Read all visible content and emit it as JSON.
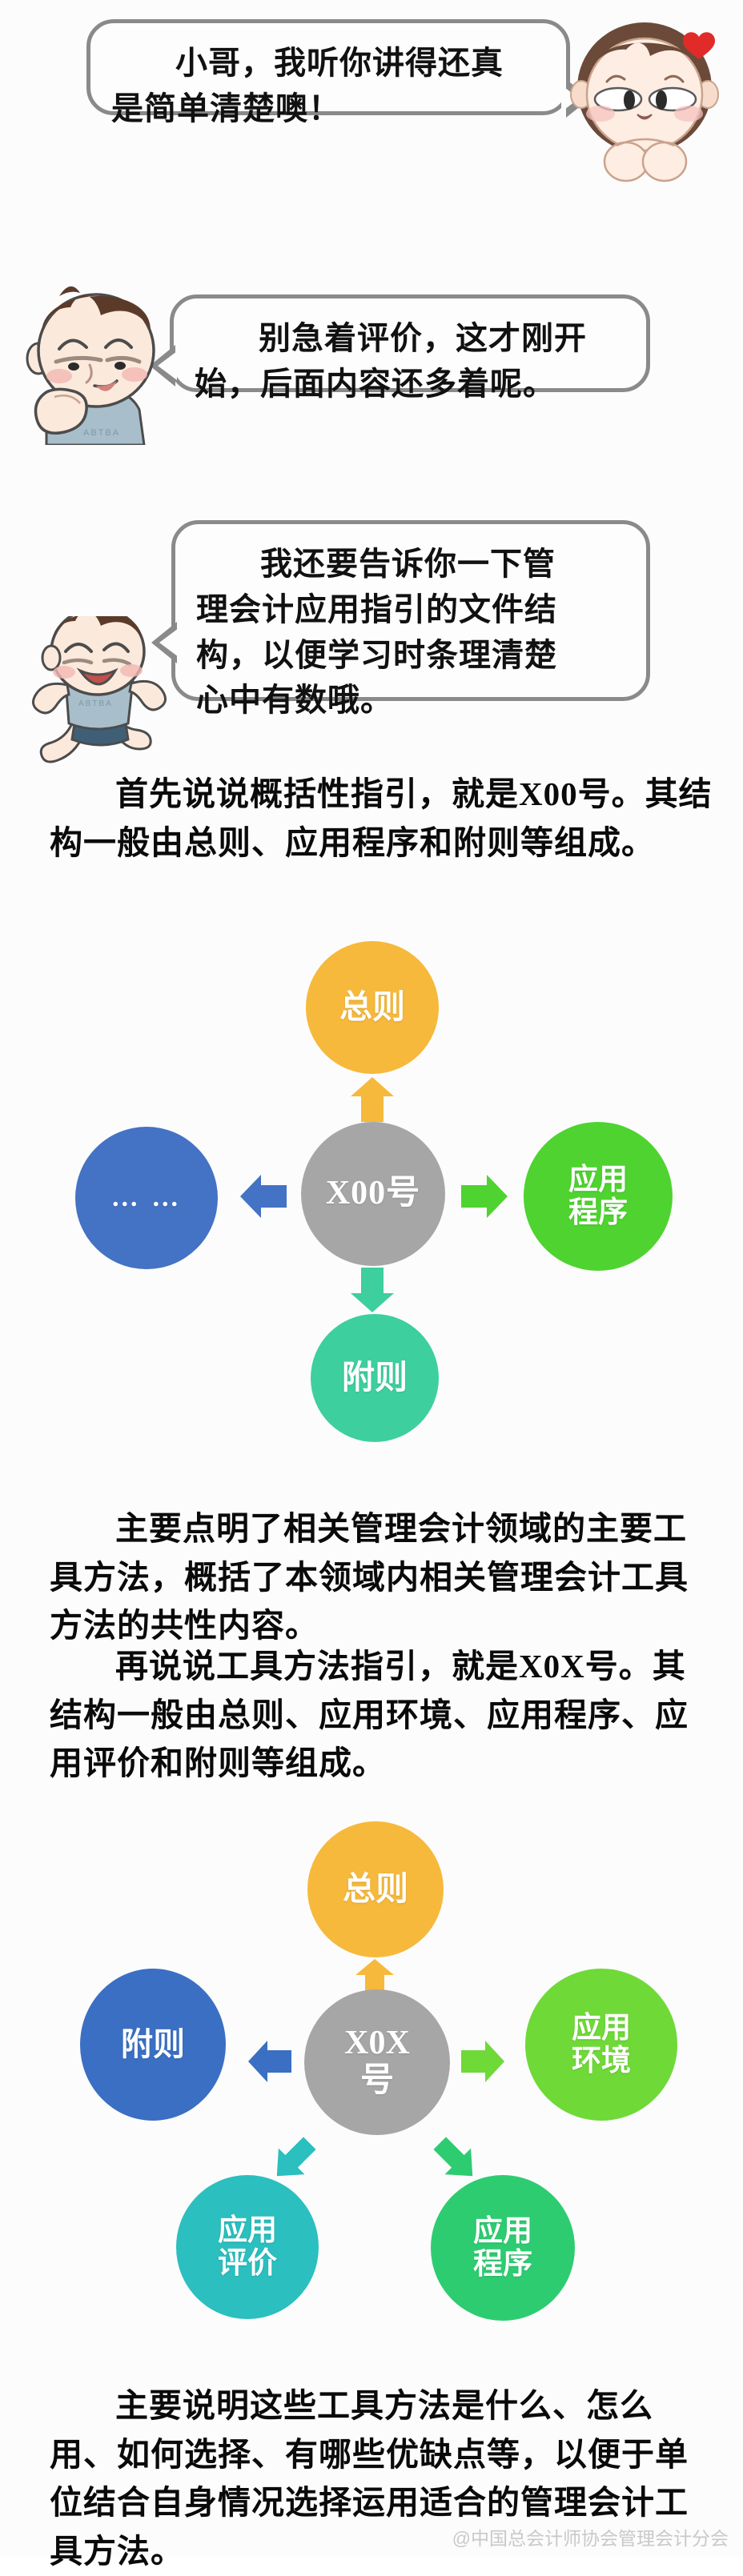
{
  "bubbles": [
    {
      "id": "bubble-girl-praise",
      "speaker": "girl",
      "line1": "小哥，我听你讲得还真",
      "line2": "是简单清楚噢！",
      "avatar_name": "girl-avatar"
    },
    {
      "id": "bubble-boy-wait",
      "speaker": "boy",
      "line1": "别急着评价，这才刚开",
      "line2": "始，后面内容还多着呢。",
      "avatar_name": "boy-thinking-avatar"
    },
    {
      "id": "bubble-boy-structure",
      "speaker": "boy",
      "line1": "我还要告诉你一下管",
      "line2": "理会计应用指引的文件结",
      "line3": "构，以便学习时条理清楚",
      "line4": "心中有数哦。",
      "avatar_name": "boy-happy-avatar"
    }
  ],
  "paragraphs": {
    "p1_lead": "首先说说概括性指引",
    "p1_rest": "，就是X00号。其结构一般由总则、应用程序和附则等组成。",
    "p2": "主要点明了相关管理会计领域的主要工具方法，概括了本领域内相关管理会计工具方法的共性内容。",
    "p3_lead": "再说说工具方法指引",
    "p3_rest": "，就是X0X号。其结构一般由总则、应用环境、应用程序、应用评价和附则等组成。",
    "p4": "主要说明这些工具方法是什么、怎么用、如何选择、有哪些优缺点等，以便于单位结合自身情况选择运用适合的管理会计工具方法。"
  },
  "chart_data": [
    {
      "type": "diagram",
      "id": "diagram-x00",
      "title": "X00号 概括性指引结构图",
      "center": {
        "label": "X00号",
        "color": "#A6A6A6"
      },
      "nodes": [
        {
          "label": "总则",
          "position": "top",
          "color": "#F6B93B",
          "arrow_color": "#F6B93B",
          "arrow_dir": "up"
        },
        {
          "label": "应用\n程序",
          "position": "right",
          "color": "#4FD330",
          "arrow_color": "#4FD330",
          "arrow_dir": "right"
        },
        {
          "label": "附则",
          "position": "bottom",
          "color": "#3ECF9E",
          "arrow_color": "#3ECF9E",
          "arrow_dir": "down"
        },
        {
          "label": "… …",
          "position": "left",
          "color": "#4472C4",
          "arrow_color": "#4472C4",
          "arrow_dir": "left"
        }
      ]
    },
    {
      "type": "diagram",
      "id": "diagram-x0x",
      "title": "X0X号 工具方法指引结构图",
      "center": {
        "label_line1": "X0X",
        "label_line2": "号",
        "color": "#A6A6A6"
      },
      "nodes": [
        {
          "label": "总则",
          "position": "top",
          "color": "#F6B93B",
          "arrow_color": "#F6B93B",
          "arrow_dir": "up"
        },
        {
          "label": "应用\n环境",
          "position": "right",
          "color": "#6FD938",
          "arrow_color": "#6FD938",
          "arrow_dir": "right"
        },
        {
          "label": "应用\n程序",
          "position": "bottom-right",
          "color": "#2ECC71",
          "arrow_color": "#2ECC71",
          "arrow_dir": "down-right"
        },
        {
          "label": "应用\n评价",
          "position": "bottom-left",
          "color": "#2BBFBF",
          "arrow_color": "#2BBFBF",
          "arrow_dir": "down-left"
        },
        {
          "label": "附则",
          "position": "left",
          "color": "#3A6FC4",
          "arrow_color": "#3A6FC4",
          "arrow_dir": "left"
        }
      ]
    }
  ],
  "diagram1_labels": {
    "center": "X00号",
    "top": "总则",
    "right_l1": "应用",
    "right_l2": "程序",
    "bottom": "附则",
    "left": "… …"
  },
  "diagram2_labels": {
    "center_l1": "X0X",
    "center_l2": "号",
    "top": "总则",
    "right_l1": "应用",
    "right_l2": "环境",
    "bottom_right_l1": "应用",
    "bottom_right_l2": "程序",
    "bottom_left_l1": "应用",
    "bottom_left_l2": "评价",
    "left": "附则"
  },
  "footer": {
    "watermark": "@中国总会计师协会管理会计分会"
  },
  "colors": {
    "orange": "#F6B93B",
    "green_bright": "#4FD330",
    "green_lime": "#6FD938",
    "green_emerald": "#2ECC71",
    "mint": "#3ECF9E",
    "teal": "#2BBFBF",
    "blue": "#4472C4",
    "blue_dark": "#3A6FC4",
    "gray": "#A6A6A6",
    "bubble_border": "#8a8a8a",
    "text": "#0a0a0a",
    "watermark": "#c9c9c9"
  }
}
